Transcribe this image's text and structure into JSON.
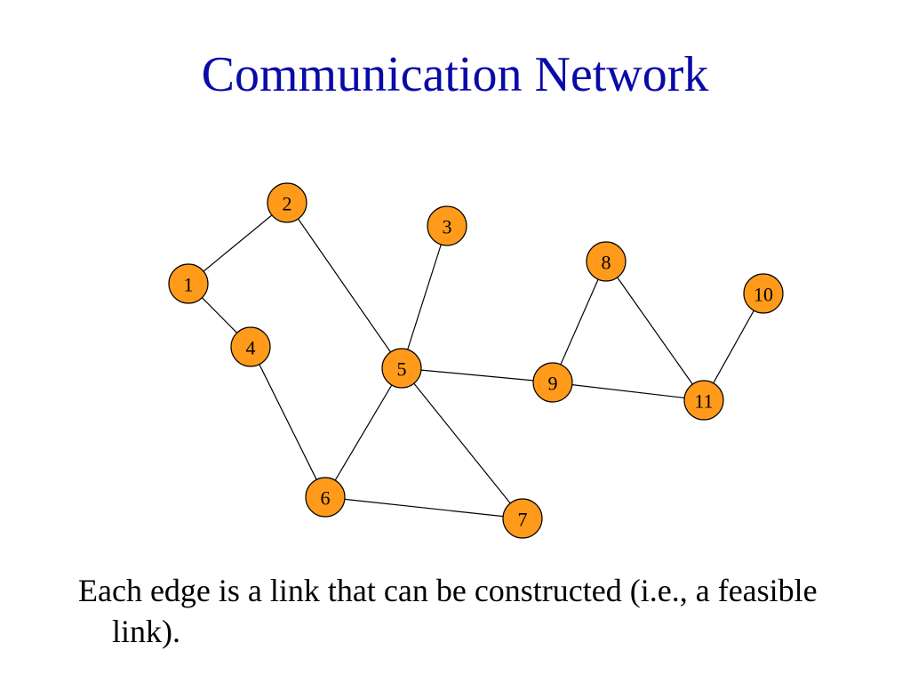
{
  "title": "Communication Network",
  "caption": "Each edge is a link that can be constructed (i.e., a feasible link).",
  "colors": {
    "title": "#0a0aa8",
    "node_fill": "#ff9a1a",
    "node_stroke": "#000000",
    "edge": "#000000",
    "text": "#000000"
  },
  "graph": {
    "nodes": [
      {
        "id": "1",
        "label": "1"
      },
      {
        "id": "2",
        "label": "2"
      },
      {
        "id": "3",
        "label": "3"
      },
      {
        "id": "4",
        "label": "4"
      },
      {
        "id": "5",
        "label": "5"
      },
      {
        "id": "6",
        "label": "6"
      },
      {
        "id": "7",
        "label": "7"
      },
      {
        "id": "8",
        "label": "8"
      },
      {
        "id": "9",
        "label": "9"
      },
      {
        "id": "10",
        "label": "10"
      },
      {
        "id": "11",
        "label": "11"
      }
    ],
    "edges": [
      {
        "from": "1",
        "to": "2"
      },
      {
        "from": "1",
        "to": "4"
      },
      {
        "from": "2",
        "to": "5"
      },
      {
        "from": "3",
        "to": "5"
      },
      {
        "from": "4",
        "to": "6"
      },
      {
        "from": "5",
        "to": "6"
      },
      {
        "from": "5",
        "to": "7"
      },
      {
        "from": "5",
        "to": "9"
      },
      {
        "from": "6",
        "to": "7"
      },
      {
        "from": "8",
        "to": "9"
      },
      {
        "from": "8",
        "to": "11"
      },
      {
        "from": "9",
        "to": "11"
      },
      {
        "from": "10",
        "to": "11"
      }
    ]
  }
}
